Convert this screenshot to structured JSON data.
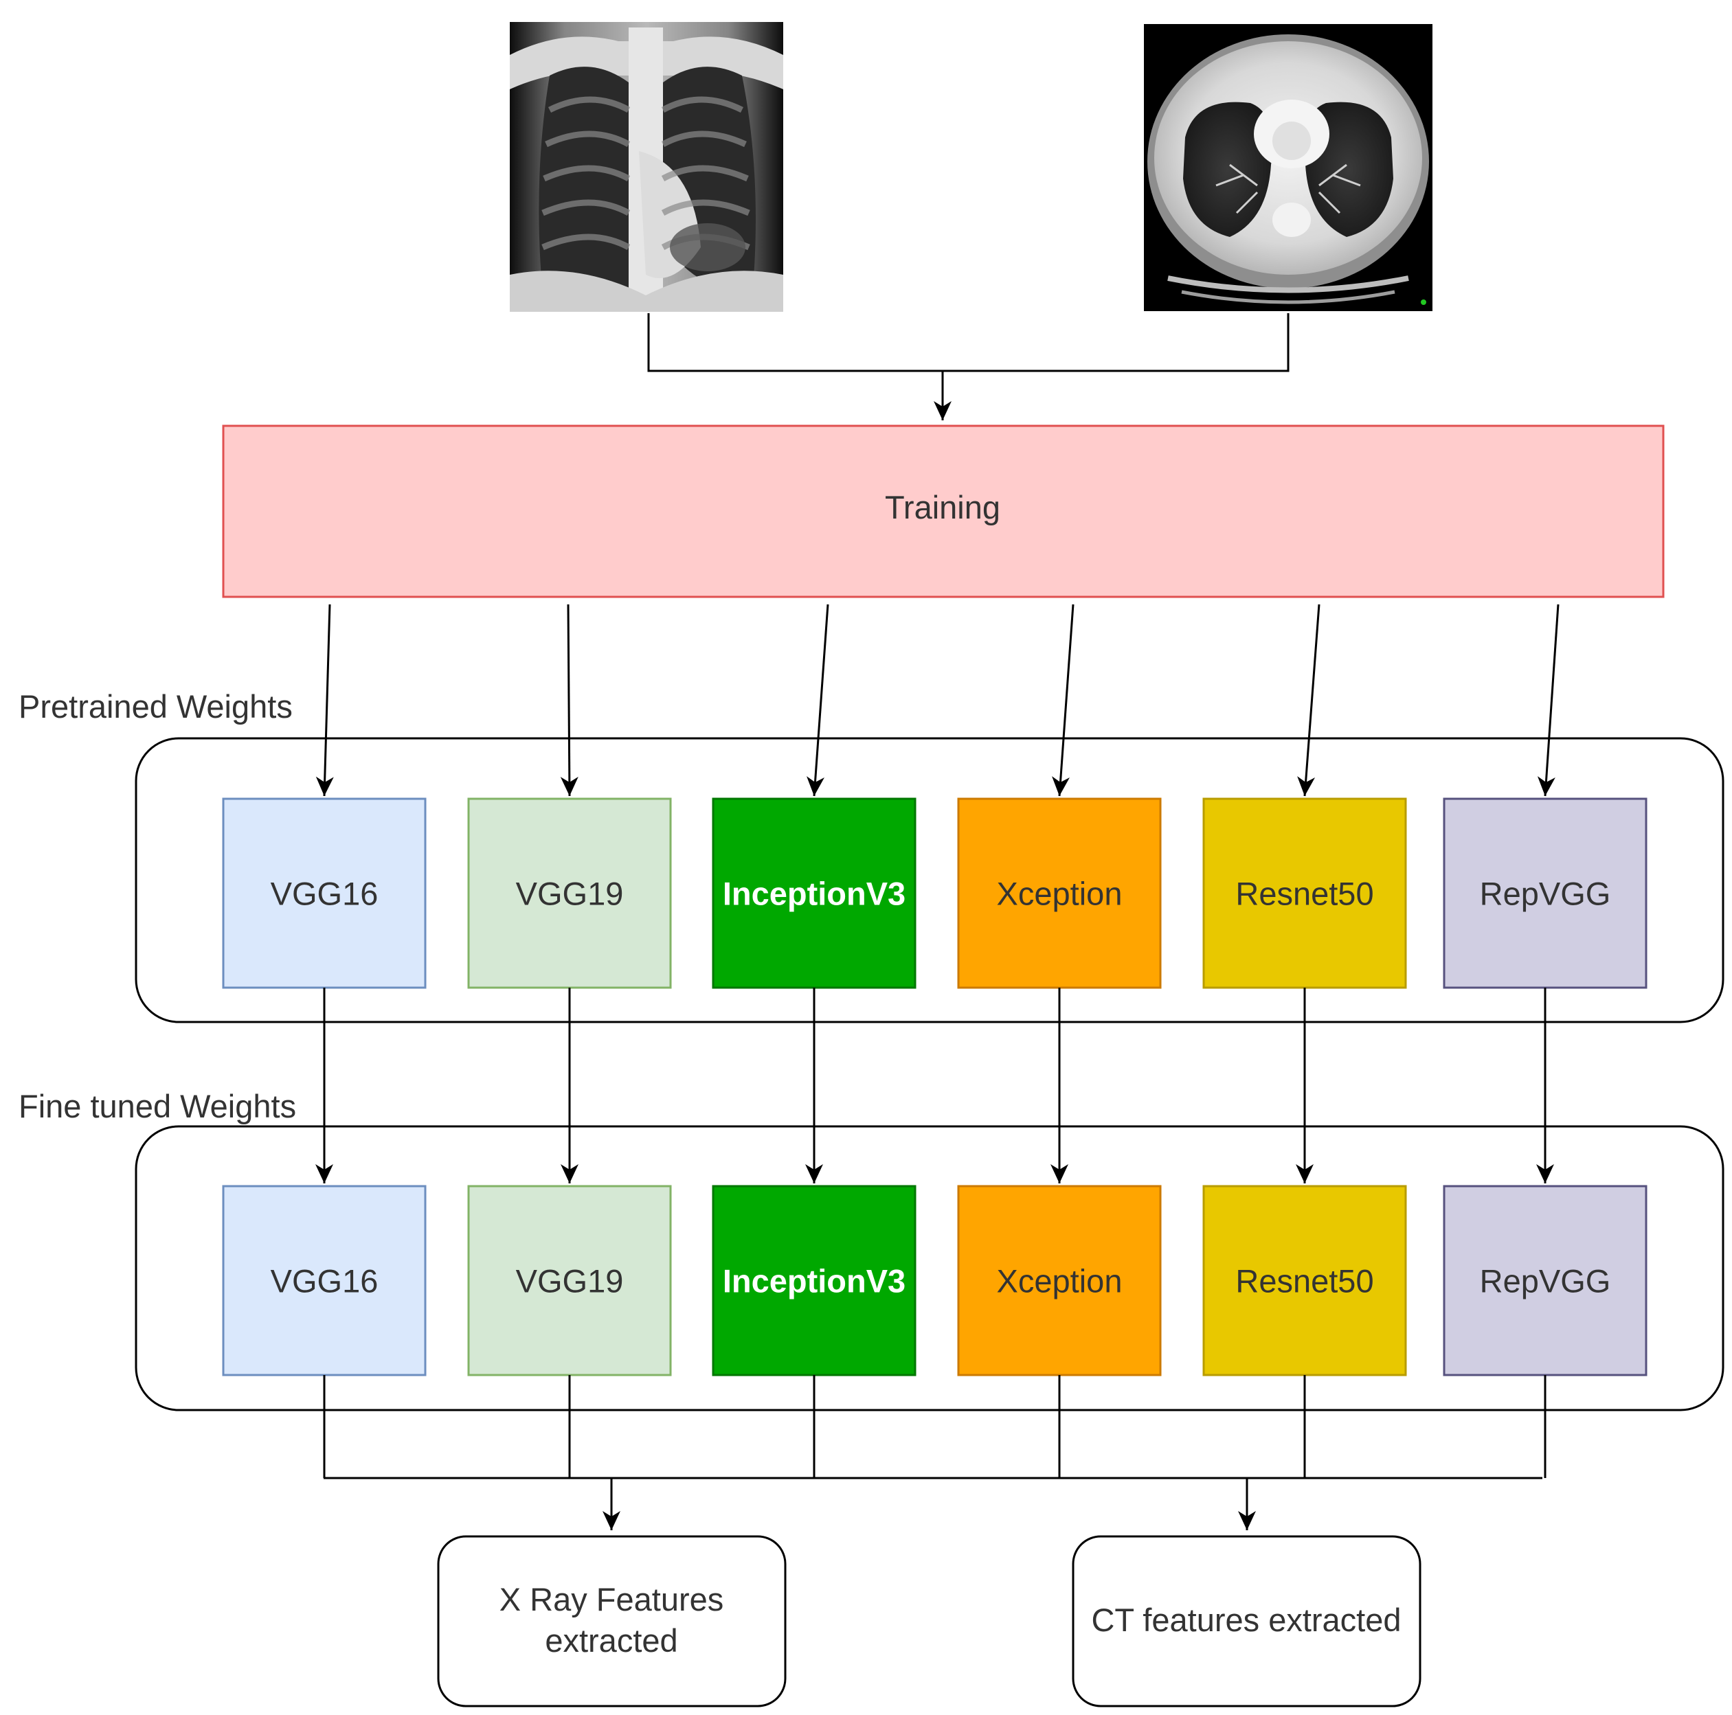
{
  "inputs": {
    "xray": {
      "caption": ""
    },
    "ct": {
      "caption": ""
    }
  },
  "training": {
    "label": "Training",
    "fill": "#ffcccc",
    "stroke": "#e05050"
  },
  "groups": {
    "pretrained": {
      "label": "Pretrained Weights"
    },
    "finetuned": {
      "label": "Fine tuned Weights"
    }
  },
  "models": [
    {
      "name": "VGG16",
      "fill": "#dae8fc",
      "stroke": "#6c8ebf",
      "text": "#333333",
      "bold": false
    },
    {
      "name": "VGG19",
      "fill": "#d5e8d4",
      "stroke": "#82b366",
      "text": "#333333",
      "bold": false
    },
    {
      "name": "InceptionV3",
      "fill": "#00a800",
      "stroke": "#007700",
      "text": "#ffffff",
      "bold": true
    },
    {
      "name": "Xception",
      "fill": "#ffa500",
      "stroke": "#cc7a00",
      "text": "#333333",
      "bold": false
    },
    {
      "name": "Resnet50",
      "fill": "#e8c800",
      "stroke": "#b89c00",
      "text": "#333333",
      "bold": false
    },
    {
      "name": "RepVGG",
      "fill": "#d0cee2",
      "stroke": "#56517e",
      "text": "#333333",
      "bold": false
    }
  ],
  "outputs": [
    {
      "line1": "X Ray Features",
      "line2": "extracted"
    },
    {
      "line1": "CT features extracted",
      "line2": ""
    }
  ]
}
